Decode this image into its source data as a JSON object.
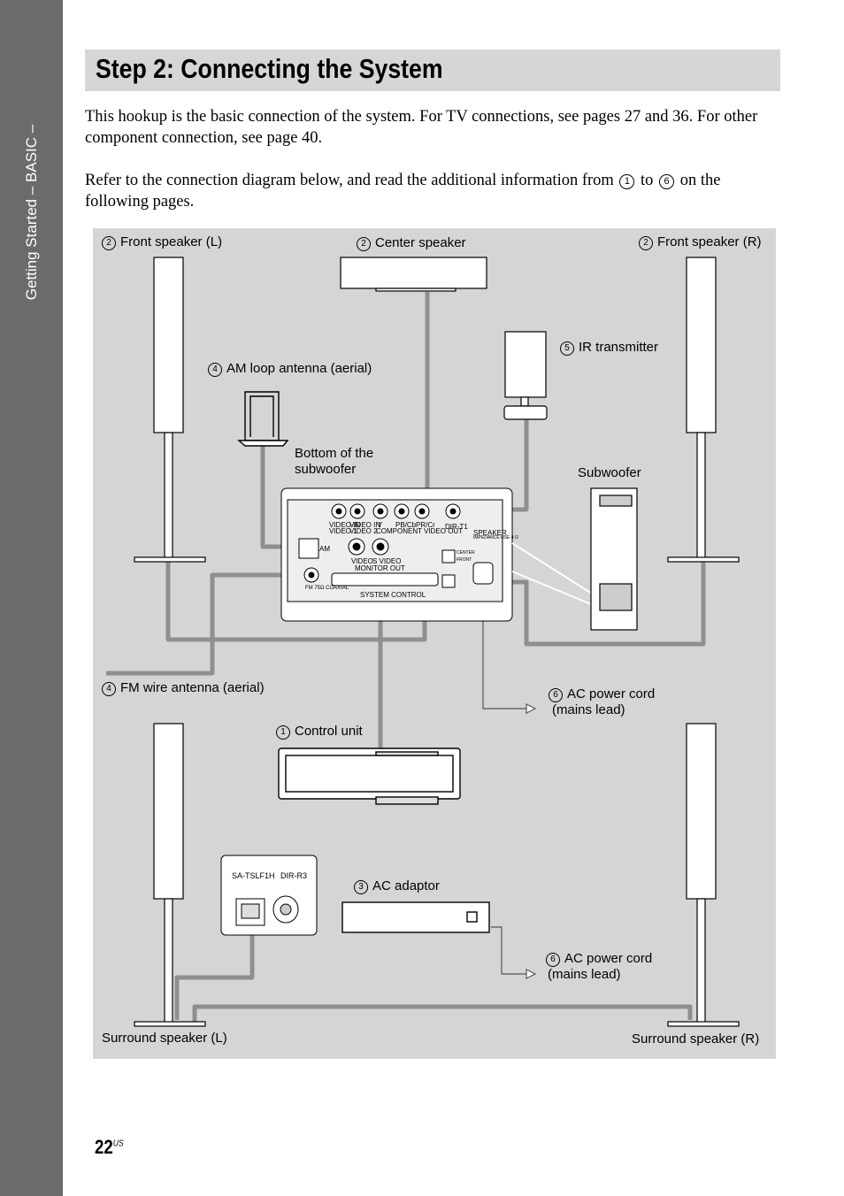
{
  "sidebar": {
    "section_label": "Getting Started – BASIC –"
  },
  "header": {
    "title": "Step 2: Connecting the System"
  },
  "intro": {
    "paragraph1": "This hookup is the basic connection of the system. For TV connections, see pages 27 and 36. For other component connection, see page 40.",
    "p2_start": "Refer to the connection diagram below, and read the additional information from",
    "p2_num_from": "1",
    "p2_to": "to",
    "p2_num_to": "6",
    "p2_end": "on the following pages."
  },
  "diagram": {
    "labels": {
      "front_left": {
        "num": "2",
        "text": "Front speaker (L)"
      },
      "center": {
        "num": "2",
        "text": "Center speaker"
      },
      "front_right": {
        "num": "2",
        "text": "Front speaker (R)"
      },
      "ir_transmitter": {
        "num": "5",
        "text": "IR transmitter"
      },
      "am_antenna": {
        "num": "4",
        "text": "AM loop antenna (aerial)"
      },
      "bottom_subwoofer_l1": "Bottom of the",
      "bottom_subwoofer_l2": "subwoofer",
      "subwoofer": "Subwoofer",
      "fm_antenna": {
        "num": "4",
        "text": "FM wire antenna (aerial)"
      },
      "ac_cord_1": {
        "num": "6",
        "line1": "AC power cord",
        "line2": "(mains lead)"
      },
      "control_unit": {
        "num": "1",
        "text": "Control unit"
      },
      "ac_adaptor": {
        "num": "3",
        "text": "AC adaptor"
      },
      "ac_cord_2": {
        "num": "6",
        "line1": "AC power cord",
        "line2": "(mains lead)"
      },
      "surround_left": "Surround speaker (L)",
      "surround_right": "Surround speaker (R)"
    },
    "panel_labels": {
      "video_in_1": "VIDEO IN",
      "video_1": "VIDEO 1",
      "video_in_2": "VIDEO IN",
      "video_2": "VIDEO 2",
      "y": "Y",
      "pb": "PB/Cb",
      "pr": "PR/Cr",
      "component_video_out": "COMPONENT VIDEO OUT",
      "dir_t1": "DIR-T1",
      "am": "AM",
      "video": "VIDEO",
      "s_video": "S VIDEO",
      "monitor_out": "MONITOR OUT",
      "fm": "FM 75Ω COAXIAL",
      "system_control": "SYSTEM CONTROL",
      "speaker": "SPEAKER",
      "impedance": "IMPEDANCE USE 4 Ω",
      "center": "CENTER",
      "front": "FRONT"
    },
    "inset": {
      "sa_tslf1h": "SA-TSLF1H",
      "dir_r3": "DIR-R3"
    }
  },
  "footer": {
    "page_number": "22",
    "page_suffix": "US"
  }
}
